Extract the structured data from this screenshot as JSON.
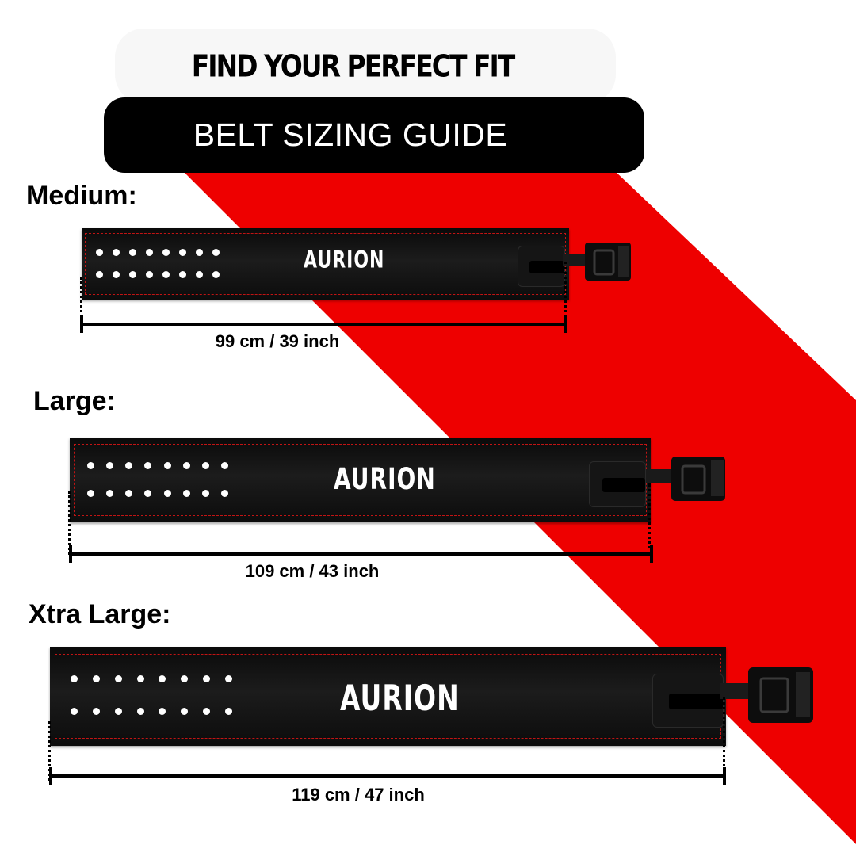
{
  "header": {
    "tagline": "FIND YOUR PERFECT FIT",
    "title": "BELT SIZING GUIDE"
  },
  "brand_name": "AURION",
  "colors": {
    "accent": "#ee0000",
    "belt": "#111111",
    "stitch": "#c21414"
  },
  "sizes": [
    {
      "label": "Medium:",
      "measurement": "99 cm / 39 inch"
    },
    {
      "label": "Large:",
      "measurement": "109 cm / 43 inch"
    },
    {
      "label": "Xtra Large:",
      "measurement": "119 cm / 47 inch"
    }
  ]
}
